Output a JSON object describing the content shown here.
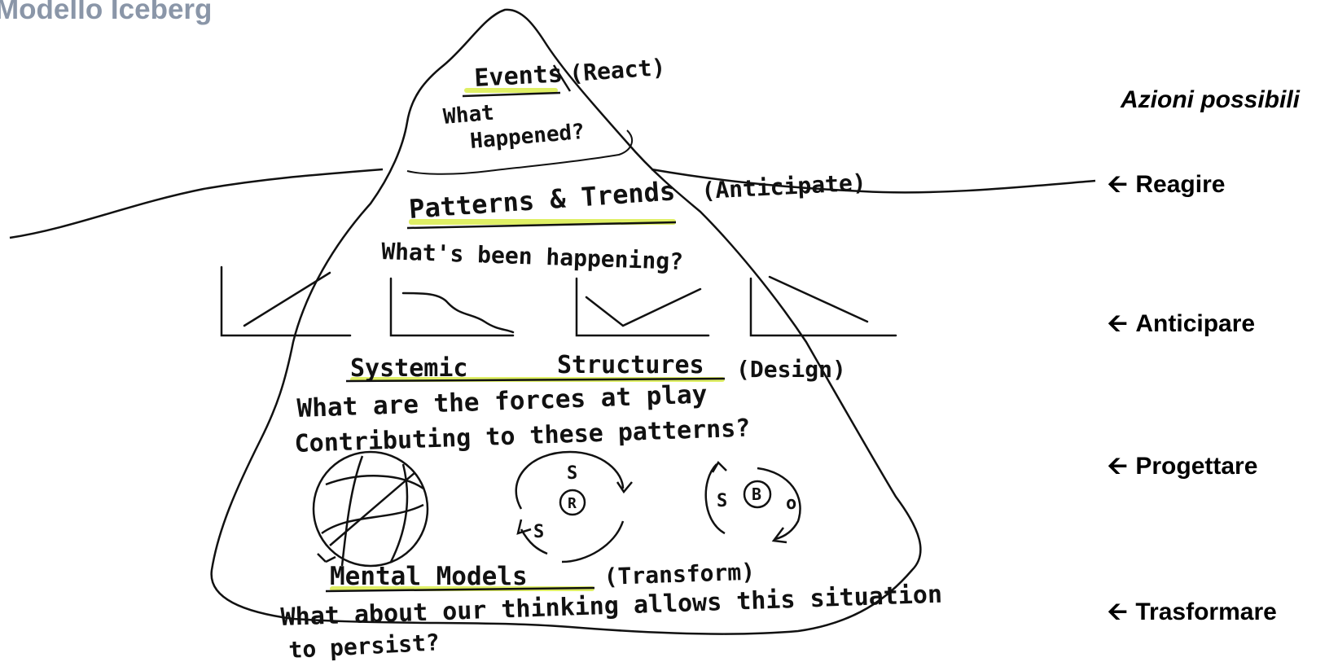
{
  "title": "Modello Iceberg",
  "diagram": {
    "events": {
      "heading": "Events",
      "mode": "(React)",
      "question_line1": "What",
      "question_line2": "Happened?"
    },
    "patterns": {
      "heading": "Patterns & Trends",
      "mode": "(Anticipate)",
      "question": "What's been happening?"
    },
    "structures": {
      "heading_part1": "Systemic",
      "heading_part2": "Structures",
      "mode": "(Design)",
      "question_line1": "What are the forces at play",
      "question_line2": "Contributing to these patterns?"
    },
    "loops": {
      "reinforcing_top": "S",
      "reinforcing_center": "R",
      "reinforcing_bottom": "S",
      "balancing_left": "S",
      "balancing_center": "B",
      "balancing_right": "o"
    },
    "mental_models": {
      "heading": "Mental Models",
      "mode": "(Transform)",
      "question_line1": "What about our thinking allows this situation",
      "question_line2": "to persist?"
    }
  },
  "actions": {
    "title": "Azioni possibili",
    "arrow_icon": "left-arrow-icon",
    "items": [
      "Reagire",
      "Anticipare",
      "Progettare",
      "Trasformare"
    ]
  },
  "colors": {
    "title": "#8a96a8",
    "highlight": "#d9ec4a",
    "ink": "#111111"
  }
}
